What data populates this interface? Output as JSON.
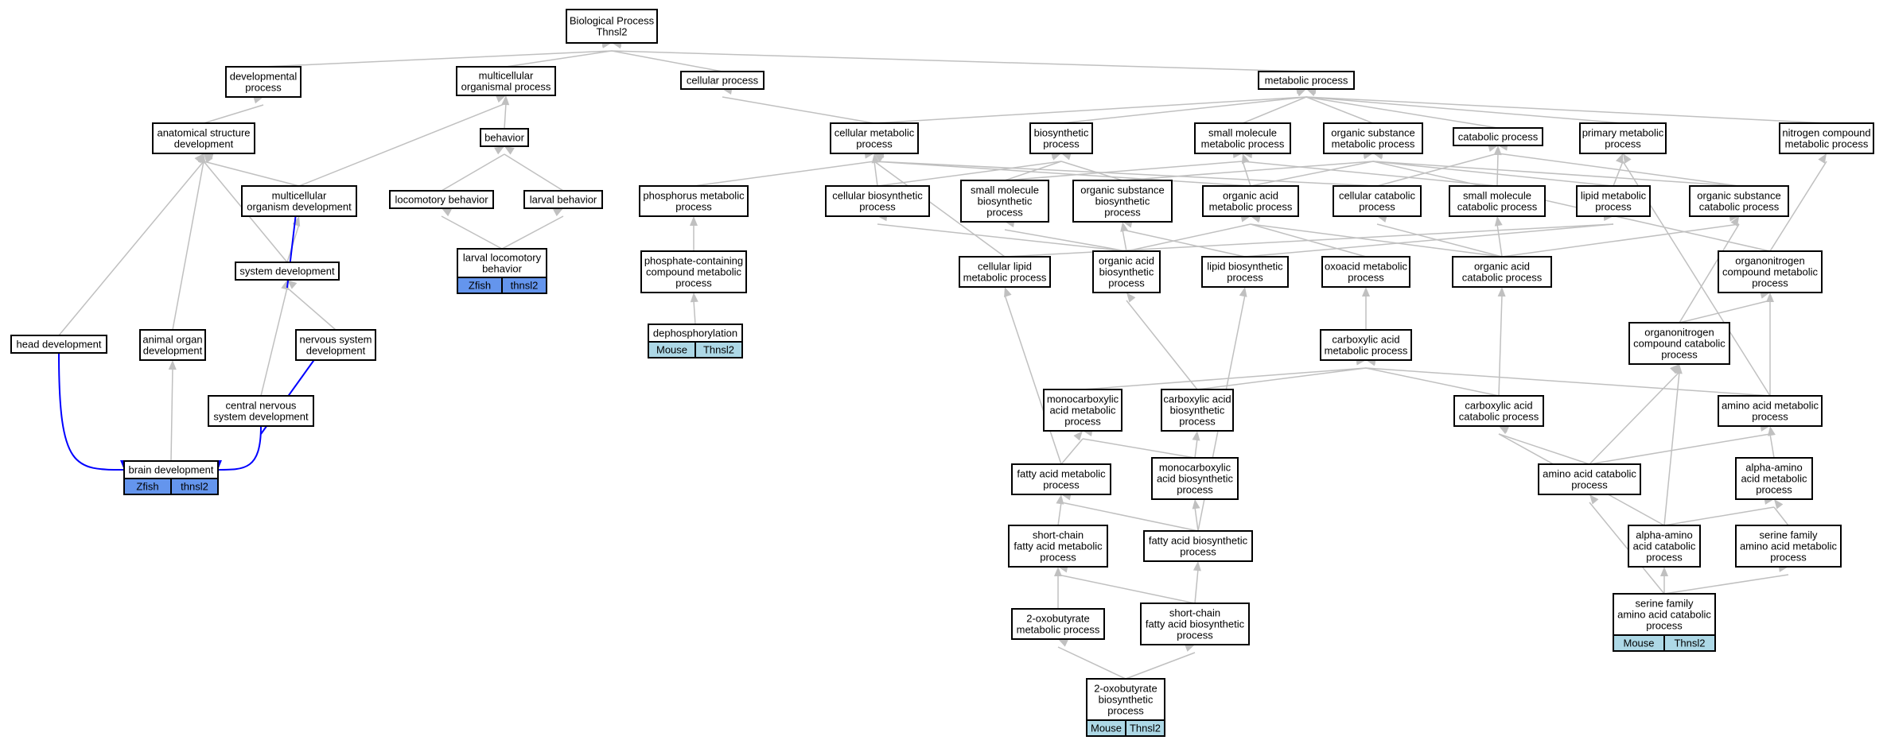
{
  "colors": {
    "edge_default": "#c0c0c0",
    "edge_highlight": "#0000ff",
    "badge_zfish": "#6495ed",
    "badge_mouse": "#add8e6",
    "node_border": "#000000"
  },
  "nodes": {
    "root": [
      "Biological Process",
      "Thnsl2"
    ],
    "dev_process": [
      "developmental",
      "process"
    ],
    "multi_org_process": [
      "multicellular",
      "organismal process"
    ],
    "cellular_process": [
      "cellular process"
    ],
    "metabolic_process": [
      "metabolic process"
    ],
    "anat_struct_dev": [
      "anatomical structure",
      "development"
    ],
    "behavior": [
      "behavior"
    ],
    "cell_metabolic": [
      "cellular metabolic",
      "process"
    ],
    "biosynthetic": [
      "biosynthetic",
      "process"
    ],
    "small_mol_metabolic": [
      "small molecule",
      "metabolic process"
    ],
    "org_subst_metabolic": [
      "organic substance",
      "metabolic process"
    ],
    "catabolic": [
      "catabolic process"
    ],
    "primary_metabolic": [
      "primary metabolic",
      "process"
    ],
    "nitrogen_compound": [
      "nitrogen compound",
      "metabolic process"
    ],
    "multi_org_dev": [
      "multicellular",
      "organism development"
    ],
    "locomotory": [
      "locomotory behavior"
    ],
    "larval_behavior": [
      "larval behavior"
    ],
    "phosphorus_metabolic": [
      "phosphorus metabolic",
      "process"
    ],
    "cell_biosynthetic": [
      "cellular biosynthetic",
      "process"
    ],
    "small_mol_biosynthetic": [
      "small molecule",
      "biosynthetic",
      "process"
    ],
    "org_subst_biosynthetic": [
      "organic substance",
      "biosynthetic",
      "process"
    ],
    "organic_acid_metabolic": [
      "organic acid",
      "metabolic process"
    ],
    "cell_catabolic": [
      "cellular catabolic",
      "process"
    ],
    "small_mol_catabolic": [
      "small molecule",
      "catabolic process"
    ],
    "lipid_metabolic": [
      "lipid metabolic",
      "process"
    ],
    "org_subst_catabolic": [
      "organic substance",
      "catabolic process"
    ],
    "system_dev": [
      "system development"
    ],
    "larval_locomotory": [
      "larval locomotory",
      "behavior"
    ],
    "phosphate_containing": [
      "phosphate-containing",
      "compound metabolic",
      "process"
    ],
    "cell_lipid_metabolic": [
      "cellular lipid",
      "metabolic process"
    ],
    "organic_acid_biosynthetic": [
      "organic acid",
      "biosynthetic",
      "process"
    ],
    "lipid_biosynthetic": [
      "lipid biosynthetic",
      "process"
    ],
    "oxoacid_metabolic": [
      "oxoacid metabolic",
      "process"
    ],
    "organic_acid_catabolic": [
      "organic acid",
      "catabolic process"
    ],
    "organonitrogen_metabolic": [
      "organonitrogen",
      "compound metabolic",
      "process"
    ],
    "head_dev": [
      "head development"
    ],
    "animal_organ_dev": [
      "animal organ",
      "development"
    ],
    "nervous_system_dev": [
      "nervous system",
      "development"
    ],
    "dephosphorylation": [
      "dephosphorylation"
    ],
    "carboxylic_acid_metabolic": [
      "carboxylic acid",
      "metabolic process"
    ],
    "organonitrogen_catabolic": [
      "organonitrogen",
      "compound catabolic",
      "process"
    ],
    "cns_dev": [
      "central nervous",
      "system development"
    ],
    "monocarboxylic_metabolic": [
      "monocarboxylic",
      "acid metabolic",
      "process"
    ],
    "carboxylic_acid_biosynthetic": [
      "carboxylic acid",
      "biosynthetic",
      "process"
    ],
    "carboxylic_acid_catabolic": [
      "carboxylic acid",
      "catabolic process"
    ],
    "amino_acid_metabolic": [
      "amino acid metabolic",
      "process"
    ],
    "brain_dev": [
      "brain development"
    ],
    "fatty_acid_metabolic": [
      "fatty acid metabolic",
      "process"
    ],
    "monocarboxylic_biosynthetic": [
      "monocarboxylic",
      "acid biosynthetic",
      "process"
    ],
    "amino_acid_catabolic": [
      "amino acid catabolic",
      "process"
    ],
    "alpha_amino_metabolic": [
      "alpha-amino",
      "acid metabolic",
      "process"
    ],
    "short_chain_fa_metabolic": [
      "short-chain",
      "fatty acid metabolic",
      "process"
    ],
    "fatty_acid_biosynthetic": [
      "fatty acid biosynthetic",
      "process"
    ],
    "alpha_amino_catabolic": [
      "alpha-amino",
      "acid catabolic",
      "process"
    ],
    "serine_family_metabolic": [
      "serine family",
      "amino acid metabolic",
      "process"
    ],
    "oxobutyrate_metabolic": [
      "2-oxobutyrate",
      "metabolic process"
    ],
    "short_chain_fa_biosynthetic": [
      "short-chain",
      "fatty acid biosynthetic",
      "process"
    ],
    "serine_family_catabolic": [
      "serine family",
      "amino acid catabolic",
      "process"
    ],
    "oxobutyrate_biosynthetic": [
      "2-oxobutyrate",
      "biosynthetic",
      "process"
    ]
  },
  "badges": {
    "larval_locomotory": {
      "species": "Zfish",
      "gene": "thnsl2",
      "color": "#6495ed"
    },
    "brain_dev": {
      "species": "Zfish",
      "gene": "thnsl2",
      "color": "#6495ed"
    },
    "dephosphorylation": {
      "species": "Mouse",
      "gene": "Thnsl2",
      "color": "#add8e6"
    },
    "serine_family_catabolic": {
      "species": "Mouse",
      "gene": "Thnsl2",
      "color": "#add8e6"
    },
    "oxobutyrate_biosynthetic": {
      "species": "Mouse",
      "gene": "Thnsl2",
      "color": "#add8e6"
    }
  }
}
